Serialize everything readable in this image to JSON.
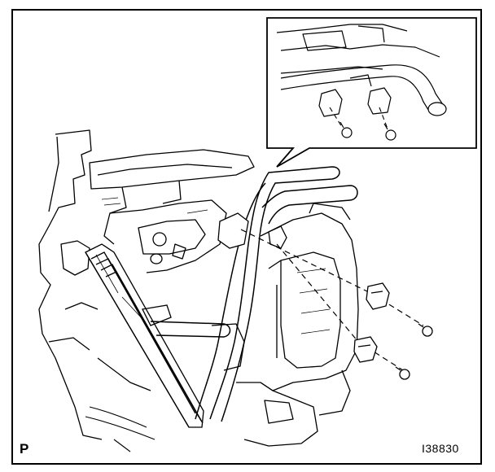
{
  "figure": {
    "view_label": "P",
    "figure_id": "I38830",
    "colors": {
      "line": "#000000",
      "background": "#ffffff"
    }
  },
  "parts": {
    "inset": "detail-view-clips",
    "heater_core": "heater-core",
    "pipes": "heater-pipes",
    "clips": "pipe-clamps",
    "screws": "mounting-screws"
  }
}
